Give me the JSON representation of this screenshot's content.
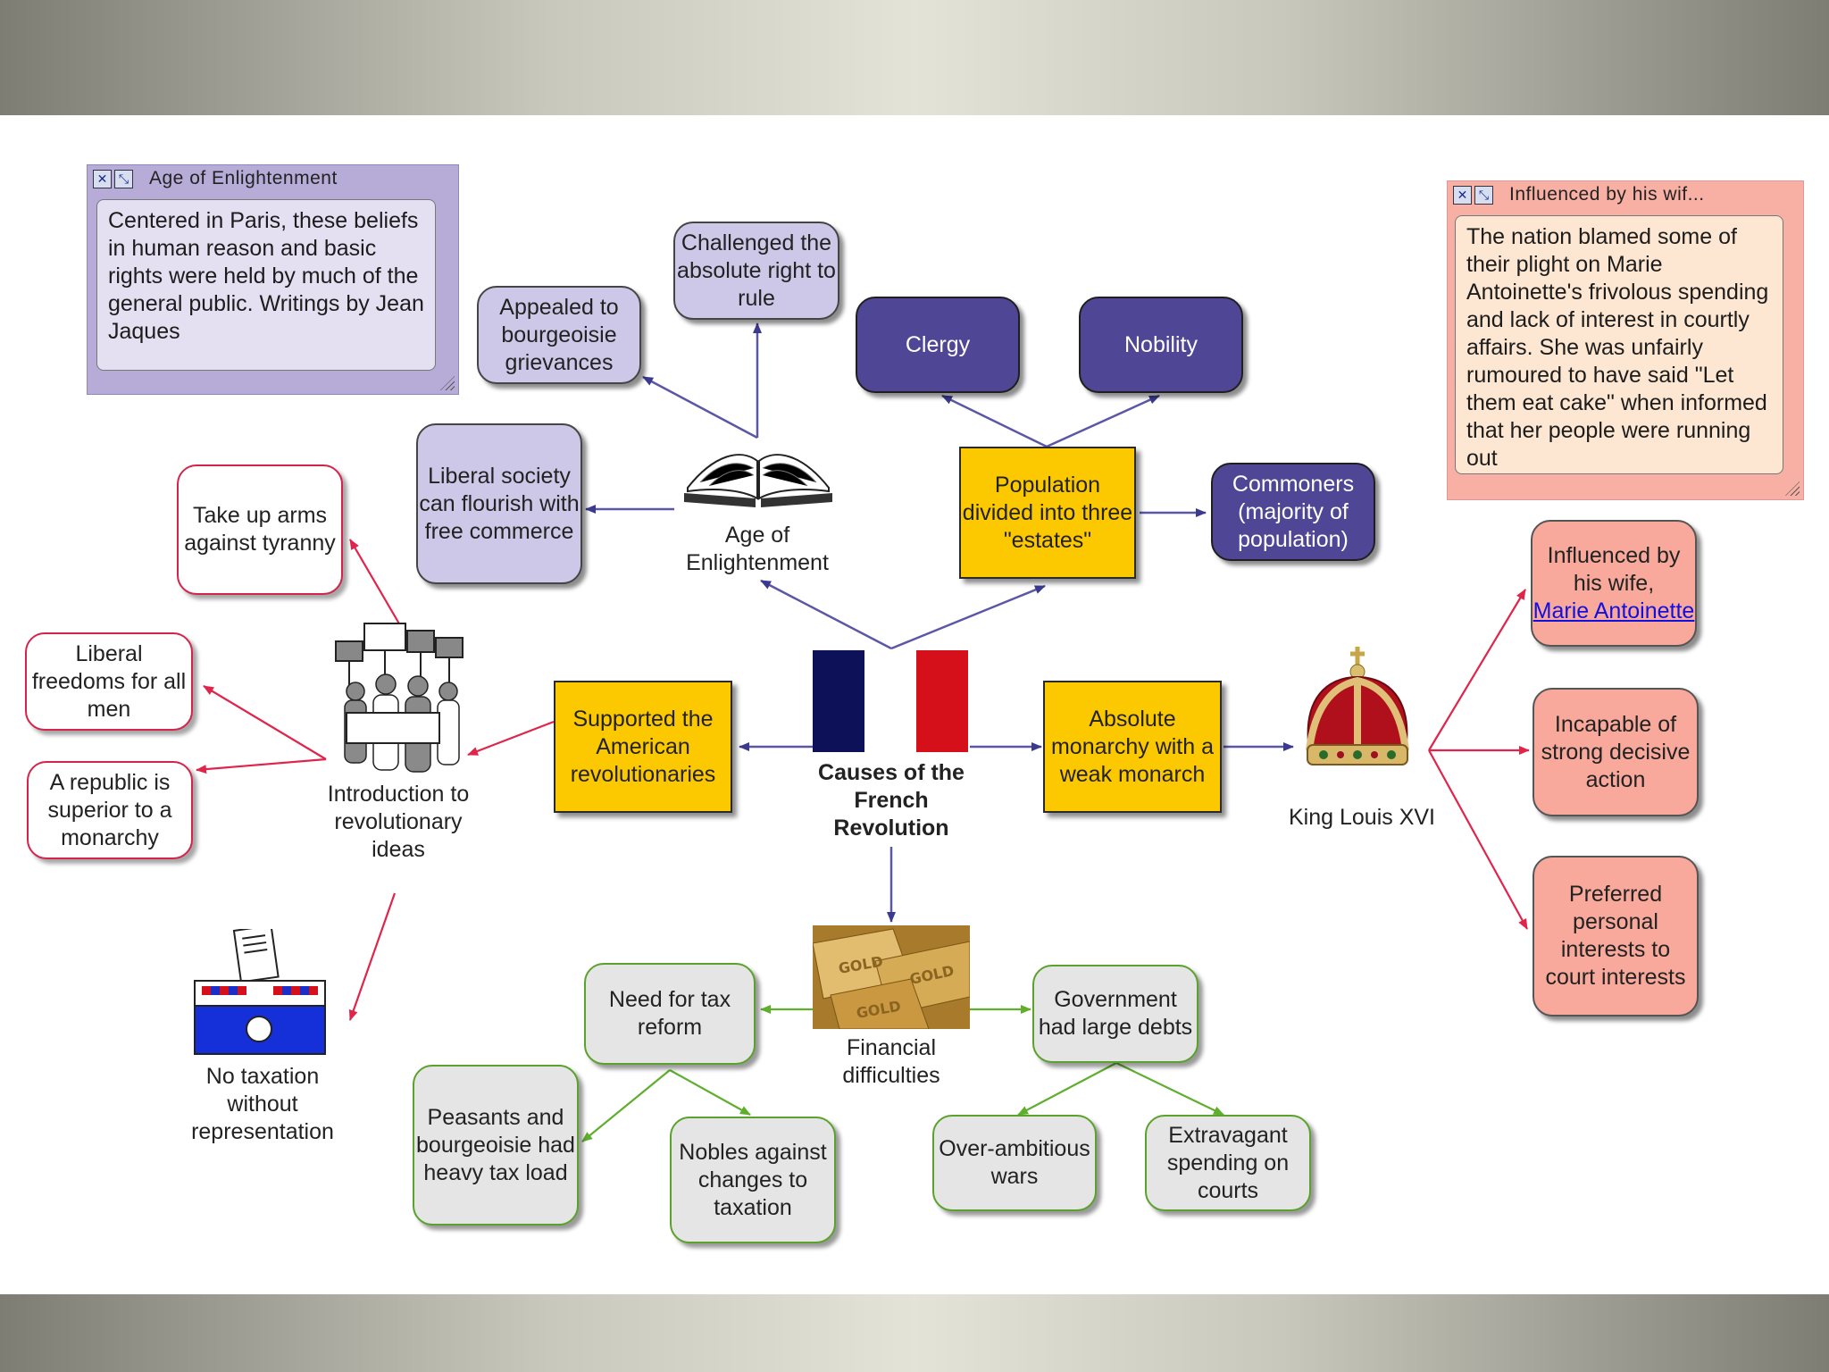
{
  "center": {
    "label": "Causes of the French Revolution"
  },
  "flag_colors": {
    "blue": "#0d1157",
    "white": "#ffffff",
    "red": "#d5101a"
  },
  "notes": {
    "enlightenment": {
      "title": "Age of Enlightenment",
      "body": "Centered in Paris, these beliefs in human reason and basic rights were held by much of the general public. Writings by Jean Jaques"
    },
    "wife": {
      "title": "Influenced by his wif...",
      "body": "The nation blamed some of their plight on Marie Antoinette's frivolous spending and lack of interest in courtly affairs. She was unfairly rumoured to have said \"Let them eat cake\" when informed that her people were running out"
    }
  },
  "nodes": {
    "appealed": "Appealed to bourgeoisie grievances",
    "challenged": "Challenged the absolute right to rule",
    "liberal_society": "Liberal society can flourish with free commerce",
    "age_enlightenment": "Age of Enlightenment",
    "clergy": "Clergy",
    "nobility": "Nobility",
    "population": "Population divided into three \"estates\"",
    "commoners": "Commoners (majority of population)",
    "take_up_arms": "Take up arms against tyranny",
    "liberal_freedoms": "Liberal freedoms for all men",
    "republic": "A republic is superior to a monarchy",
    "introduction": "Introduction to revolutionary ideas",
    "supported": "Supported the American revolutionaries",
    "absolute": "Absolute monarchy with a weak monarch",
    "king": "King Louis XVI",
    "influenced_prefix": "Influenced by his wife,",
    "influenced_link": "Marie Antoinette",
    "incapable": "Incapable of strong decisive action",
    "preferred": "Preferred personal interests to court interests",
    "no_taxation": "No taxation without representation",
    "financial": "Financial difficulties",
    "need_tax": "Need for tax reform",
    "government": "Government had large debts",
    "peasants": "Peasants and bourgeoisie had heavy tax load",
    "nobles": "Nobles against changes to taxation",
    "over_ambitious": "Over-ambitious wars",
    "extravagant": "Extravagant spending on courts"
  },
  "icons": {
    "note_close": "close-icon",
    "note_expand": "expand-icon",
    "book": "open-book-icon",
    "crowd": "protest-crowd-icon",
    "crown": "crown-icon",
    "ballot": "ballot-box-icon",
    "gold": "gold-bars-icon"
  },
  "colors": {
    "link_blue": "#4d4aa0",
    "link_red": "#e0244a",
    "link_green": "#5fae2e",
    "gold_box": "#fcc800",
    "purple_box": "#4f4696",
    "lavender_box": "#cdc8e8",
    "salmon_box": "#f8a99b"
  }
}
